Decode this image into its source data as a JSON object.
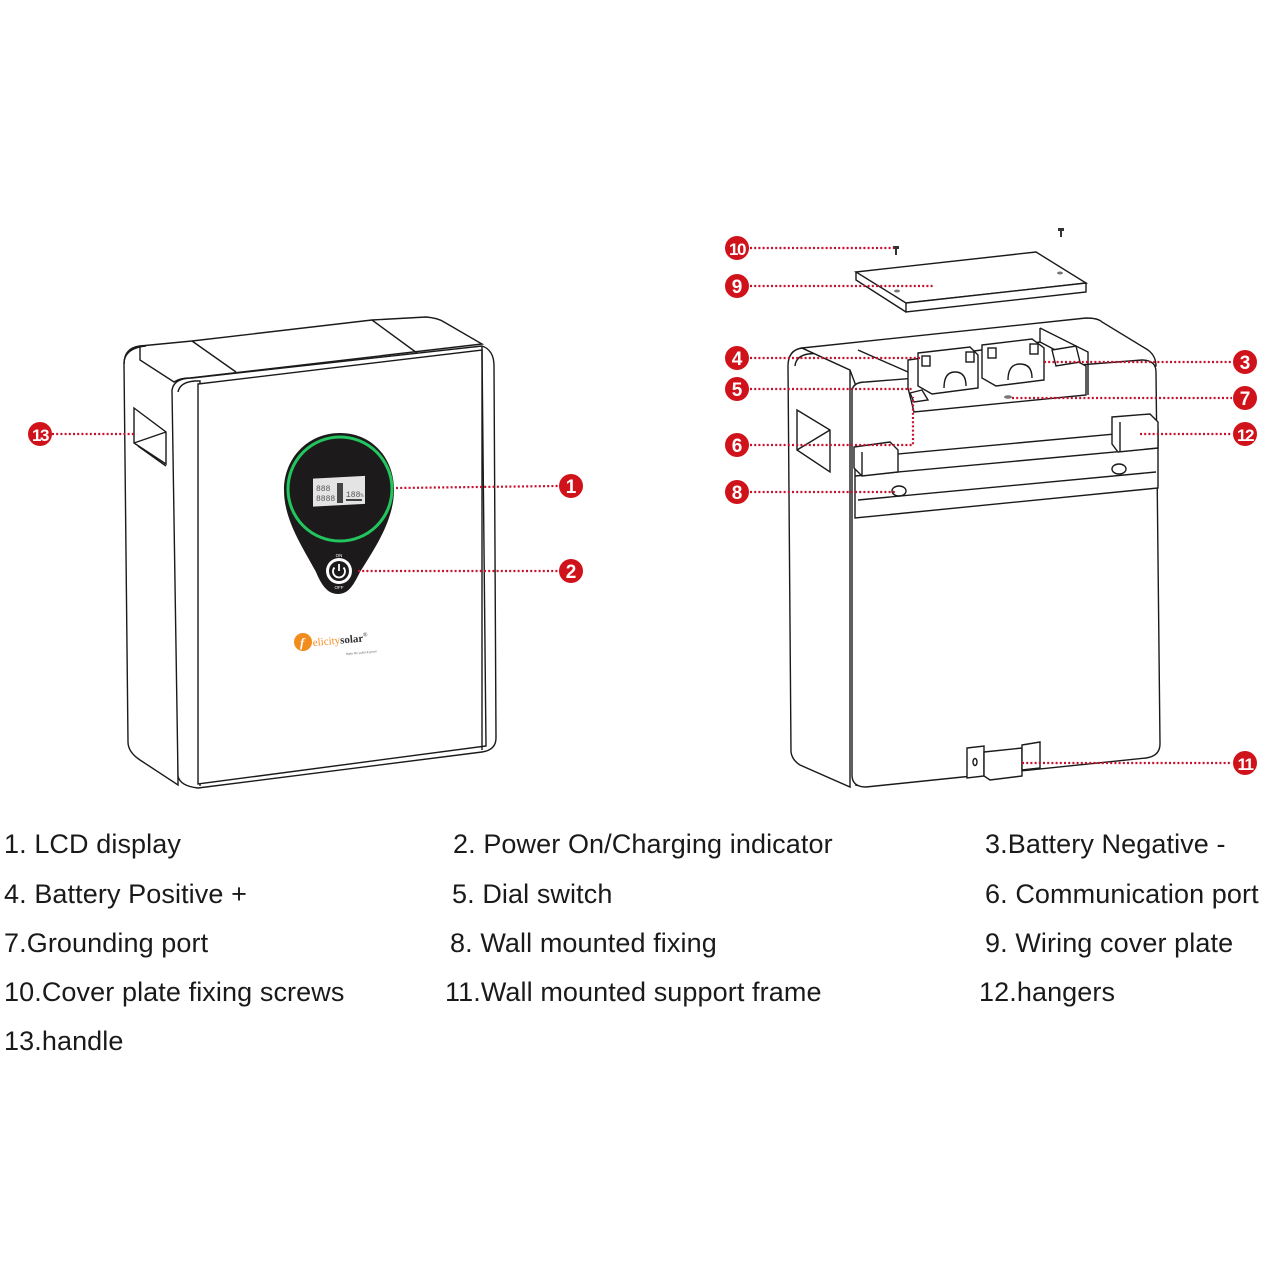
{
  "figure": {
    "front_view": {
      "brand": {
        "logo_letter": "f",
        "name_part1": "elicity",
        "name_part2": "solar",
        "registered_mark": "®",
        "tagline": "Make life joyful & green"
      },
      "lcd": {
        "row1": "888",
        "row2": "8888",
        "right_value": "188",
        "unit": "%"
      },
      "power_button": {
        "on_label": "ON",
        "off_label": "OFF"
      },
      "colors": {
        "bezel": "#1c1a1a",
        "ring": "#22c55e",
        "logo_orange": "#f28c1c"
      }
    },
    "callouts": [
      {
        "id": "1",
        "label": "1"
      },
      {
        "id": "2",
        "label": "2"
      },
      {
        "id": "3",
        "label": "3"
      },
      {
        "id": "4",
        "label": "4"
      },
      {
        "id": "5",
        "label": "5"
      },
      {
        "id": "6",
        "label": "6"
      },
      {
        "id": "7",
        "label": "7"
      },
      {
        "id": "8",
        "label": "8"
      },
      {
        "id": "9",
        "label": "9"
      },
      {
        "id": "10",
        "label": "10"
      },
      {
        "id": "11",
        "label": "11"
      },
      {
        "id": "12",
        "label": "12"
      },
      {
        "id": "13",
        "label": "13"
      }
    ],
    "callout_color": "#d0121b"
  },
  "legend": [
    "1. LCD display",
    "2. Power On/Charging indicator",
    "3.Battery  Negative  -",
    "4. Battery Positive +",
    "5. Dial switch",
    "6. Communication port",
    "7.Grounding port",
    "8. Wall mounted fixing",
    "9. Wiring cover plate",
    "10.Cover plate fixing screws",
    "11.Wall mounted support frame",
    "12.hangers",
    "13.handle"
  ]
}
